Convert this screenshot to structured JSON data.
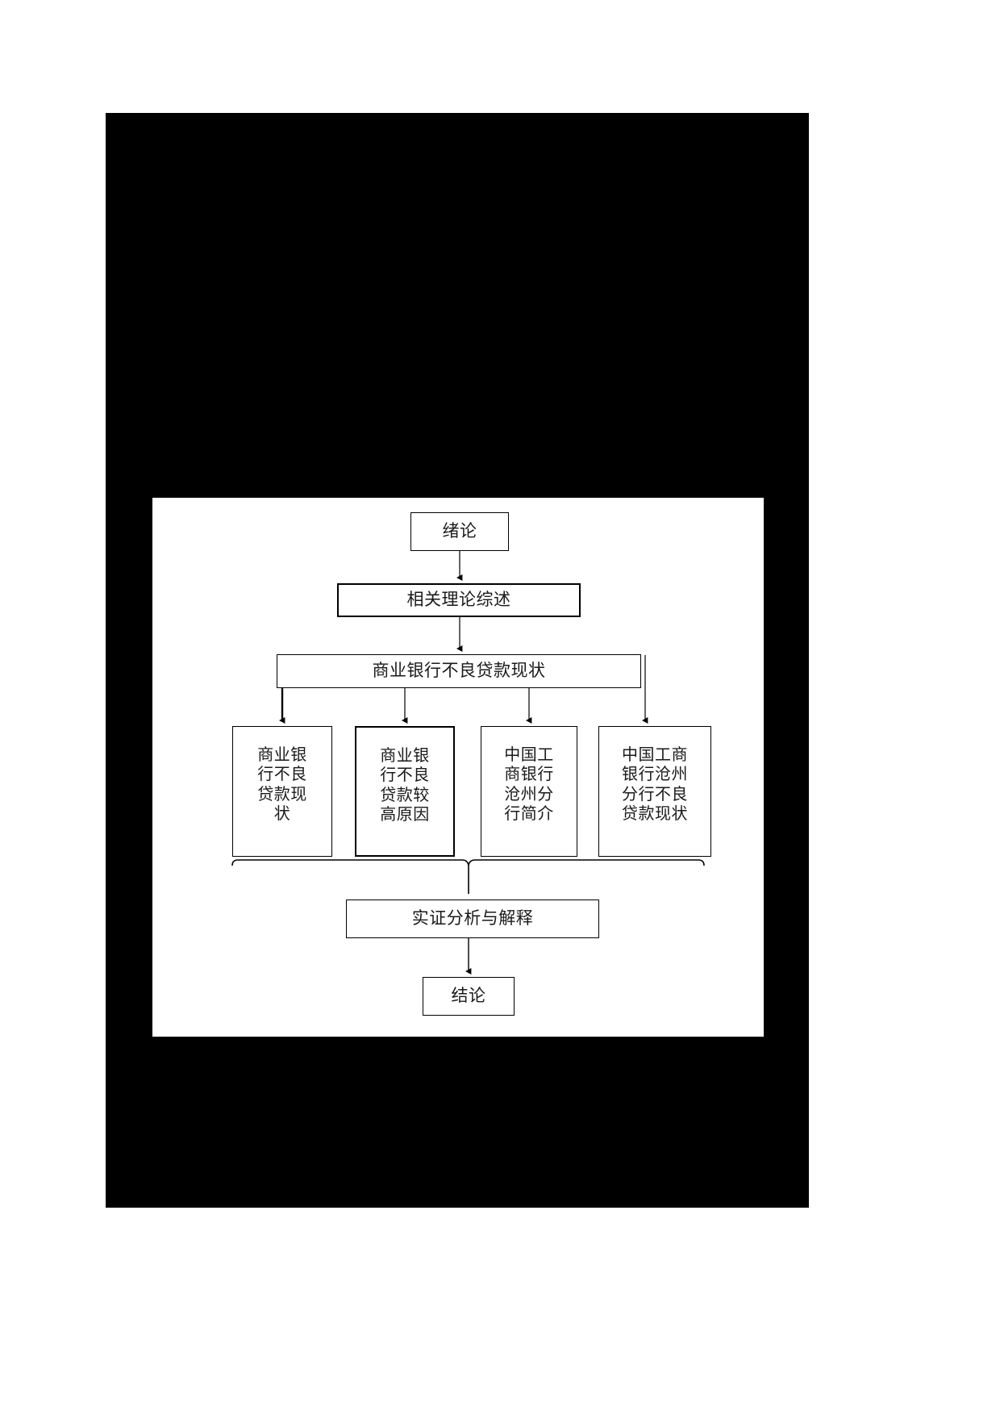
{
  "document": {
    "type": "flowchart",
    "language": "zh-CN",
    "page_background": "#ffffff",
    "plate_color": "#000000",
    "canvas_color": "#ffffff",
    "line_color": "#000000"
  },
  "flowchart": {
    "nodes": {
      "intro": {
        "label": "绪论"
      },
      "review": {
        "label": "相关理论综述"
      },
      "status": {
        "label": "商业银行不良贷款现状"
      },
      "empirical": {
        "label": "实证分析与解释"
      },
      "conclusion": {
        "label": "结论"
      }
    },
    "branches": [
      {
        "id": "branch-1",
        "label": "商业银行不良贷款现状",
        "lines": [
          "商业银",
          "行不良",
          "贷款现",
          "状"
        ]
      },
      {
        "id": "branch-2",
        "label": "商业银行不良贷款较高原因",
        "lines": [
          "商业银",
          "行不良",
          "贷款较",
          "高原因"
        ]
      },
      {
        "id": "branch-3",
        "label": "中国工商银行沧州分行简介",
        "lines": [
          "中国工",
          "商银行",
          "沧州分",
          "行简介"
        ]
      },
      {
        "id": "branch-4",
        "label": "中国工商银行沧州分行不良贷款现状",
        "lines": [
          "中国工商",
          "银行沧州",
          "分行不良",
          "贷款现状"
        ]
      }
    ]
  }
}
